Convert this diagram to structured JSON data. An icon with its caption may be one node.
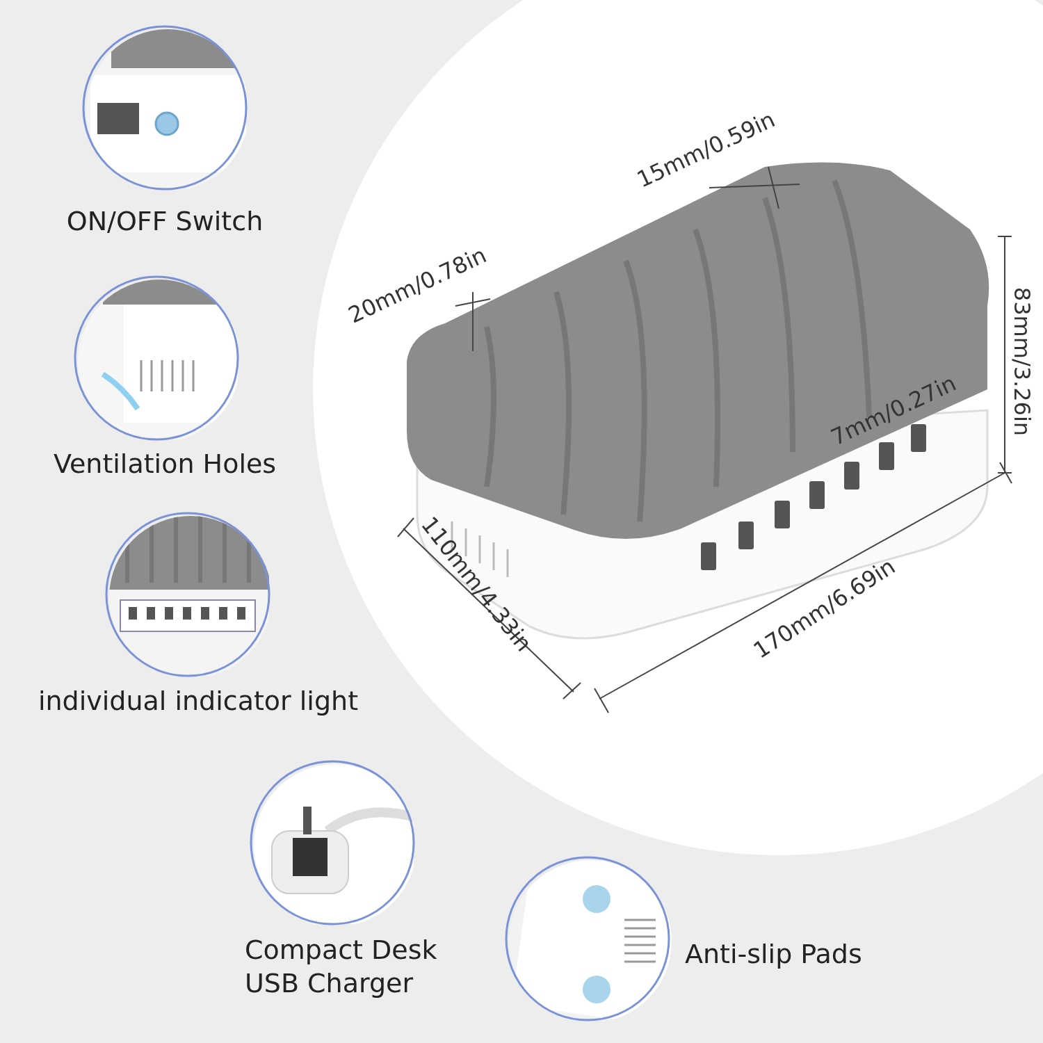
{
  "diagram": {
    "nodes": [
      {
        "text": [
          "ON/OFF Switch"
        ]
      },
      {
        "text": [
          "Ventilation Holes"
        ]
      },
      {
        "text": [
          "individual indicator light"
        ]
      },
      {
        "text": [
          "Compact Desk USB Charger"
        ]
      },
      {
        "text": [
          "Anti-slip Pads"
        ]
      }
    ],
    "labels": [
      "15mm/0.59in",
      "20mm/0.78in",
      "83mm/3.26in",
      "7mm/0.27in",
      "110mm/4.33in",
      "170mm/6.69in"
    ]
  }
}
